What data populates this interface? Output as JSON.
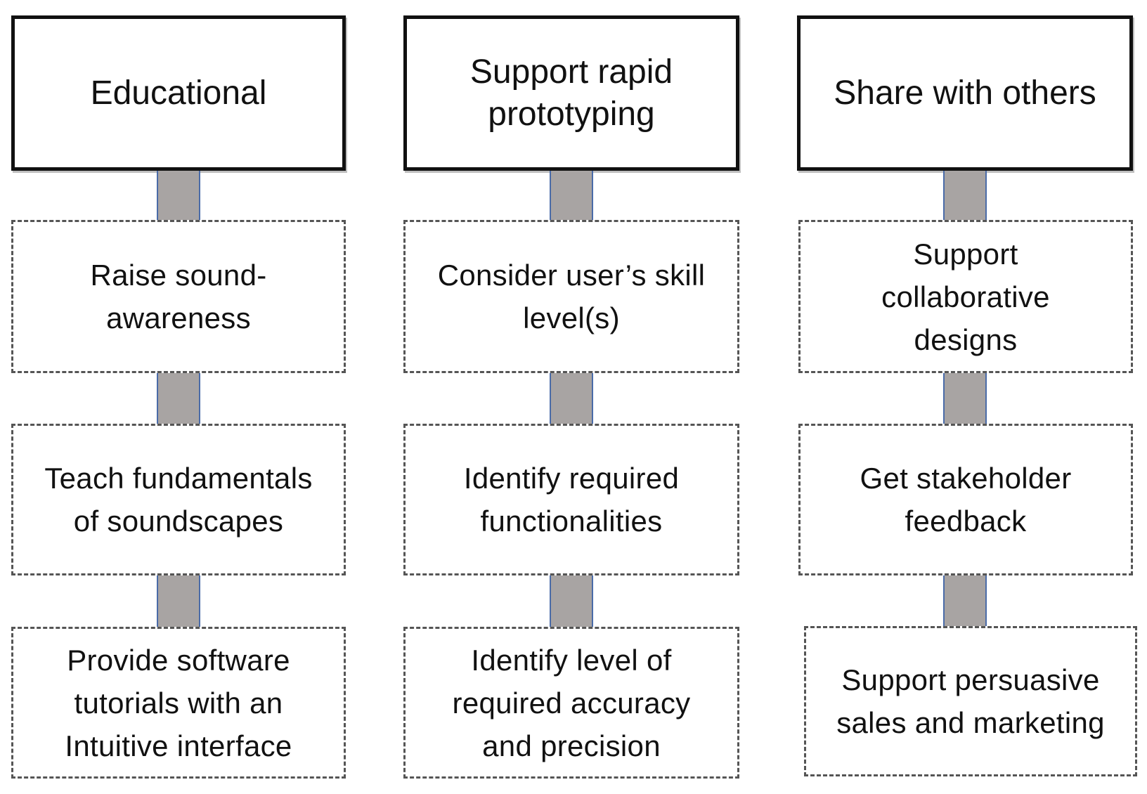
{
  "columns": [
    {
      "head": "Educational",
      "items": [
        "Raise sound-\nawareness",
        "Teach fundamentals\nof soundscapes",
        "Provide software\ntutorials with an\nIntuitive interface"
      ]
    },
    {
      "head": "Support rapid\nprototyping",
      "items": [
        "Consider user’s skill\nlevel(s)",
        "Identify required\nfunctionalities",
        "Identify level of\nrequired accuracy\nand precision"
      ]
    },
    {
      "head": "Share with others",
      "items": [
        "Support\ncollaborative\ndesigns",
        "Get stakeholder\nfeedback",
        "Support persuasive\nsales and marketing"
      ]
    }
  ]
}
